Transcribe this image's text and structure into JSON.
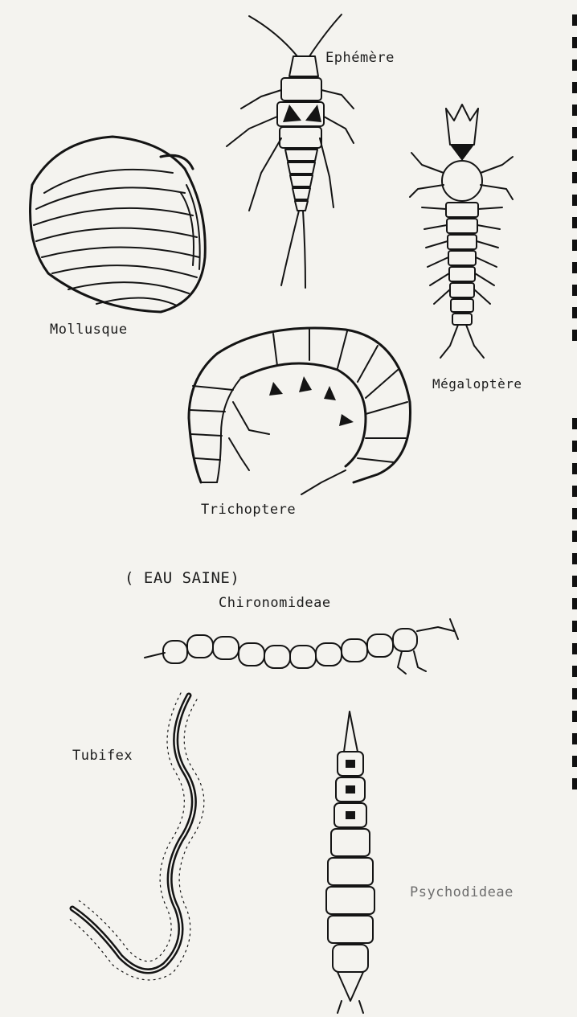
{
  "labels": {
    "ephemere": "Ephémère",
    "mollusque": "Mollusque",
    "megaloptere": "Mégaloptère",
    "trichoptere": "Trichoptere",
    "eau_saine": "( EAU   SAINE)",
    "chironomideae": "Chironomideae",
    "tubifex": "Tubifex",
    "psychodideae": "Psychodideae"
  }
}
